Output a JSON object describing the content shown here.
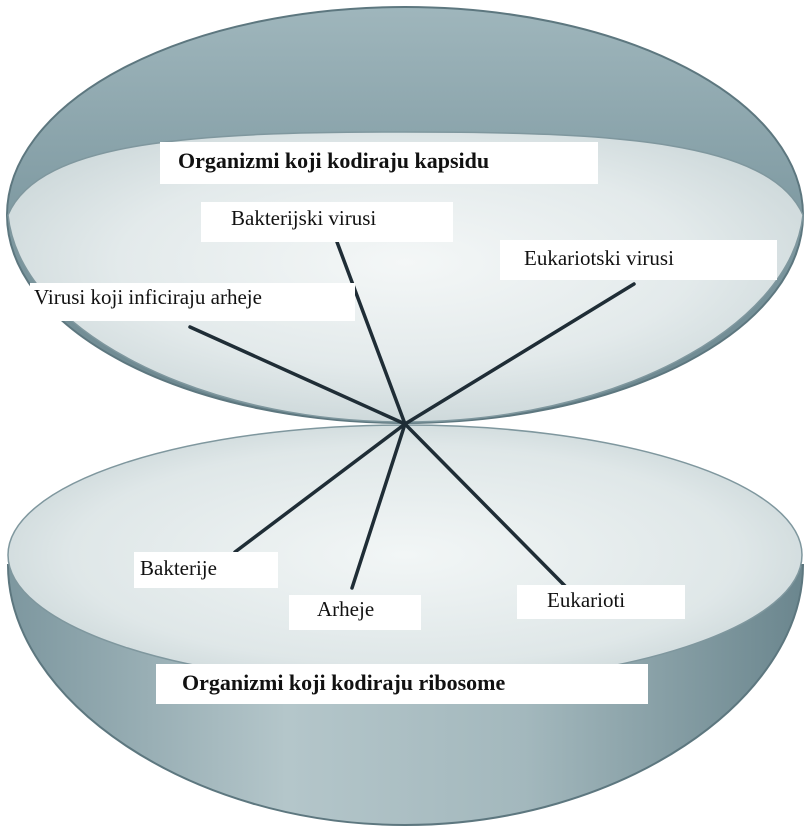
{
  "diagram": {
    "top_region": {
      "title": "Organizmi koji kodiraju kapsidu",
      "branches": [
        "Bakterijski virusi",
        "Eukariotski virusi",
        "Virusi koji inficiraju arheje"
      ]
    },
    "bottom_region": {
      "title": "Organizmi koji kodiraju ribosome",
      "branches": [
        "Bakterije",
        "Arheje",
        "Eukarioti"
      ]
    },
    "colors": {
      "shell_dark": "#6f8b93",
      "shell_mid": "#a9bdc2",
      "surface_light": "#eef2f2",
      "surface_mid": "#d3dddf",
      "line": "#1f2d36"
    }
  }
}
